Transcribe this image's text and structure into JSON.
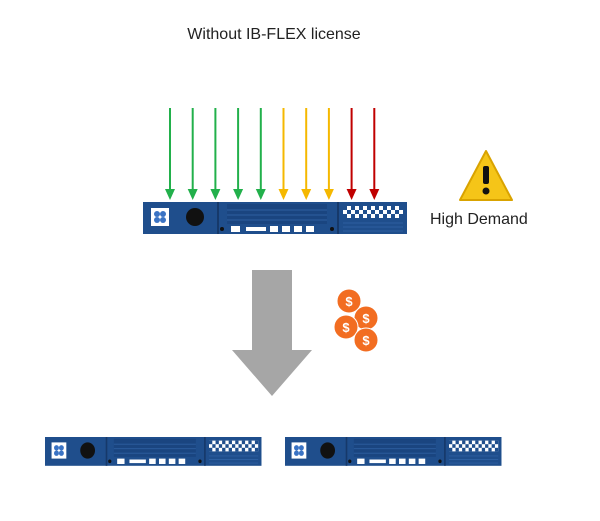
{
  "title": "Without IB-FLEX license",
  "warning_label": "High Demand",
  "coin_symbol": "$",
  "colors": {
    "green": "#22b04b",
    "yellow": "#f5b800",
    "red": "#c00000",
    "appliance": "#1f4e8c",
    "big_arrow": "#a6a6a6",
    "coin": "#f26d21",
    "warning": "#f5c518"
  },
  "incoming_arrows": [
    "green",
    "green",
    "green",
    "green",
    "green",
    "yellow",
    "yellow",
    "yellow",
    "red",
    "red"
  ]
}
